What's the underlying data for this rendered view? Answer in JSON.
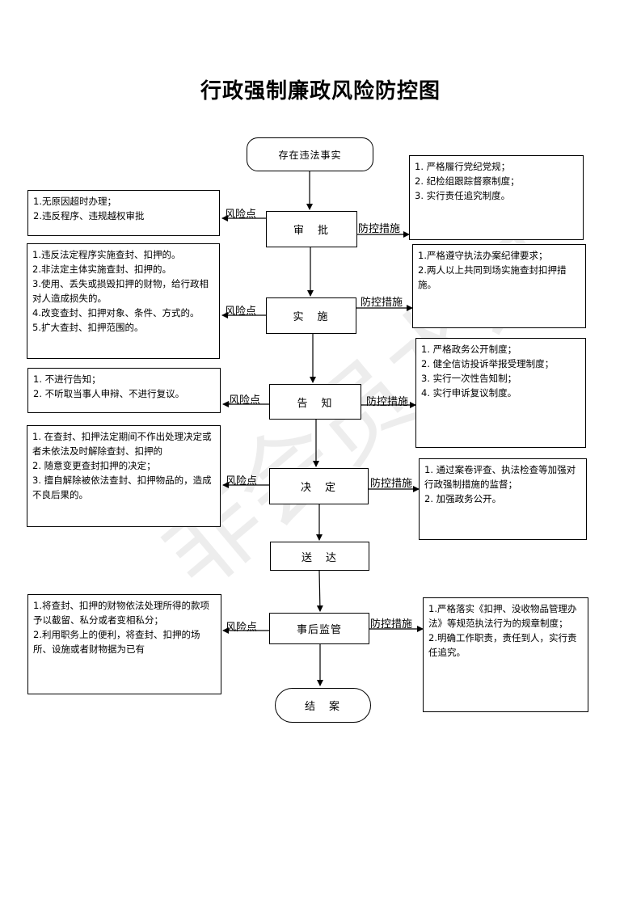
{
  "title": "行政强制廉政风险防控图",
  "watermark": "非会员水印",
  "labels": {
    "risk": "风险点",
    "control": "防控措施"
  },
  "nodes": {
    "start": "存在违法事实",
    "approve": "审　批",
    "implement": "实　施",
    "notify": "告　知",
    "decide": "决　定",
    "deliver": "送　达",
    "supervise": "事后监管",
    "close": "结　案"
  },
  "risks": {
    "approve": [
      "1.无原因超时办理；",
      "2.违反程序、违规越权审批"
    ],
    "implement": [
      "1.违反法定程序实施查封、扣押的。",
      "2.非法定主体实施查封、扣押的。",
      "3.使用、丢失或损毁扣押的财物，给行政相对人造成损失的。",
      "4.改变查封、扣押对象、条件、方式的。",
      "5.扩大查封、扣押范围的。"
    ],
    "notify": [
      "1. 不进行告知；",
      "2. 不听取当事人申辩、不进行复议。"
    ],
    "decide": [
      "1. 在查封、扣押法定期间不作出处理决定或者未依法及时解除查封、扣押的",
      "2. 随意变更查封扣押的决定；",
      "3. 擅自解除被依法查封、扣押物品的，造成不良后果的。"
    ],
    "supervise": [
      "1.将查封、扣押的财物依法处理所得的款项予以截留、私分或者变相私分；",
      "2.利用职务上的便利，将查封、扣押的场所、设施或者财物据为已有"
    ]
  },
  "controls": {
    "approve": [
      "1. 严格履行党纪党规；",
      "2. 纪检组跟踪督察制度；",
      "3. 实行责任追究制度。"
    ],
    "implement": [
      "1.严格遵守执法办案纪律要求；",
      "2.两人以上共同到场实施查封扣押措施。"
    ],
    "notify": [
      "1. 严格政务公开制度；",
      "2. 健全信访投诉举报受理制度；",
      "3. 实行一次性告知制；",
      "4. 实行申诉复议制度。"
    ],
    "decide": [
      "1. 通过案卷评查、执法检查等加强对行政强制措施的监督；",
      "2. 加强政务公开。"
    ],
    "supervise": [
      "1.严格落实《扣押、没收物品管理办法》等规范执法行为的规章制度；",
      "2.明确工作职责，责任到人，实行责任追究。"
    ]
  }
}
